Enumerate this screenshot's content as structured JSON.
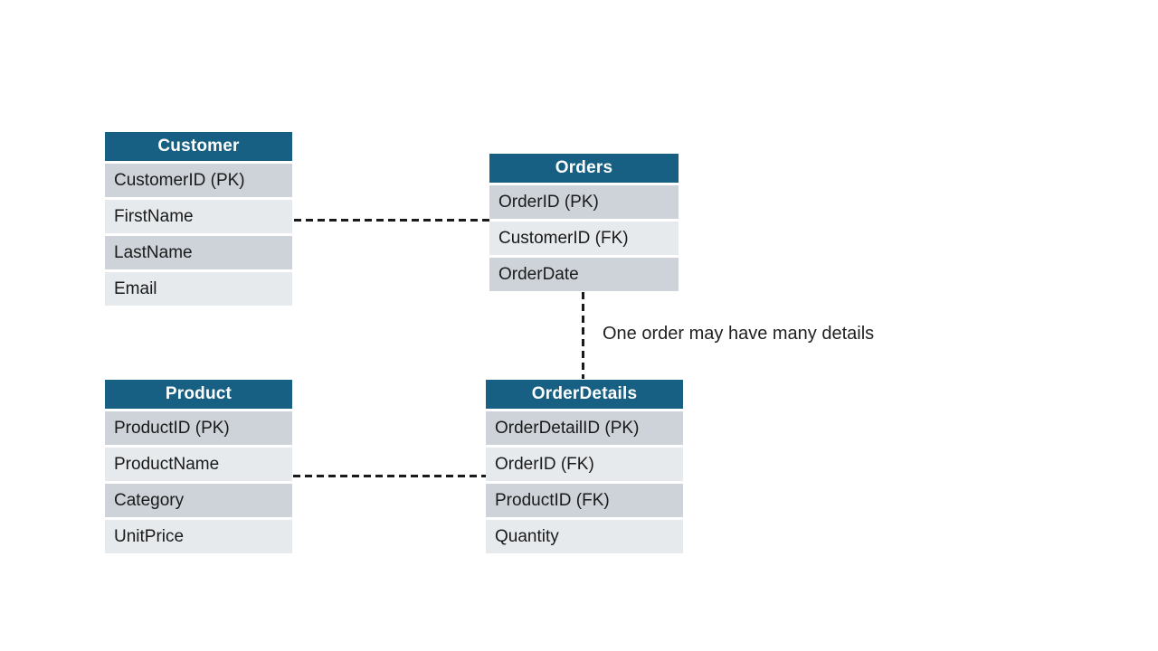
{
  "diagram": {
    "type": "entity-relationship",
    "colors": {
      "header_bg": "#176083",
      "header_text": "#ffffff",
      "row_dark": "#cdd3d9",
      "row_light": "#e6eaed",
      "field_text": "#1a1a1a",
      "connector": "#1a1a1a",
      "background": "#ffffff"
    },
    "tables": {
      "customer": {
        "title": "Customer",
        "fields": [
          "CustomerID (PK)",
          "FirstName",
          "LastName",
          "Email"
        ]
      },
      "orders": {
        "title": "Orders",
        "fields": [
          "OrderID (PK)",
          "CustomerID (FK)",
          "OrderDate"
        ]
      },
      "product": {
        "title": "Product",
        "fields": [
          "ProductID (PK)",
          "ProductName",
          "Category",
          "UnitPrice"
        ]
      },
      "order_details": {
        "title": "OrderDetails",
        "fields": [
          "OrderDetailID (PK)",
          "OrderID (FK)",
          "ProductID (FK)",
          "Quantity"
        ]
      }
    },
    "relationships": [
      {
        "from": "Customer",
        "to": "Orders",
        "style": "dashed",
        "orientation": "horizontal"
      },
      {
        "from": "Orders",
        "to": "OrderDetails",
        "style": "dashed",
        "orientation": "vertical",
        "label": "One order may have many details"
      },
      {
        "from": "Product",
        "to": "OrderDetails",
        "style": "dashed",
        "orientation": "horizontal"
      }
    ],
    "annotation": {
      "text": "One order may have many details"
    }
  }
}
